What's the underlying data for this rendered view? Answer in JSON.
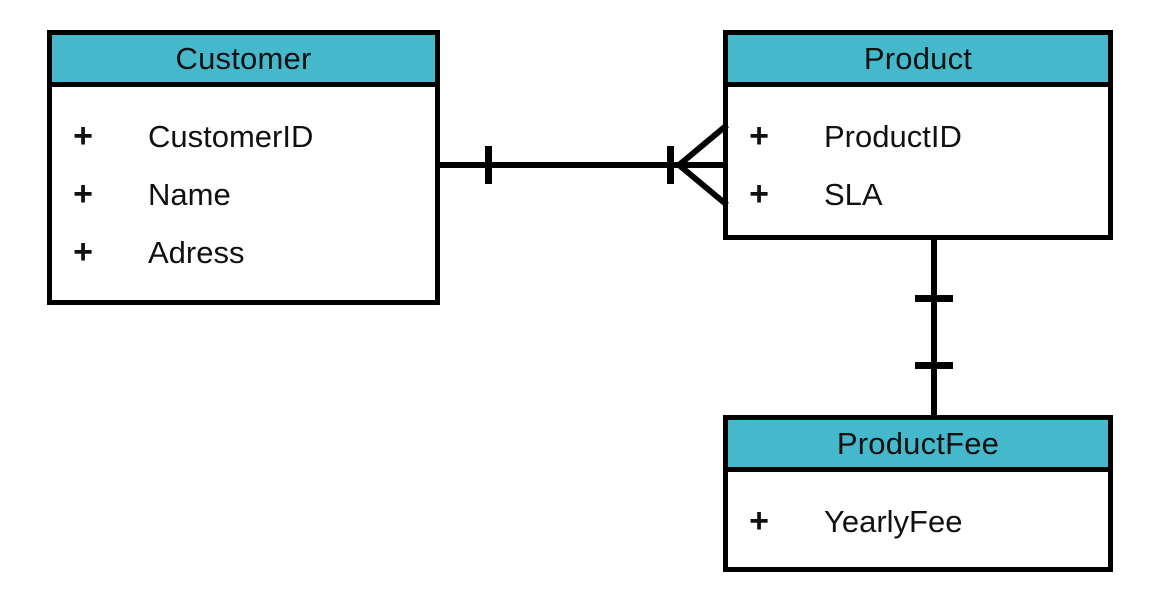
{
  "diagram": {
    "type": "entity-relationship-diagram",
    "notation": "crow's-foot",
    "background_color": "#ffffff",
    "header_color": "#45b8cb",
    "border_color": "#000000",
    "text_color": "#111111",
    "entities": [
      {
        "id": "customer",
        "title": "Customer",
        "attributes": [
          {
            "marker": "+",
            "name": "CustomerID"
          },
          {
            "marker": "+",
            "name": "Name"
          },
          {
            "marker": "+",
            "name": "Adress"
          }
        ]
      },
      {
        "id": "product",
        "title": "Product",
        "attributes": [
          {
            "marker": "+",
            "name": "ProductID"
          },
          {
            "marker": "+",
            "name": "SLA"
          }
        ]
      },
      {
        "id": "productfee",
        "title": "ProductFee",
        "attributes": [
          {
            "marker": "+",
            "name": "YearlyFee"
          }
        ]
      }
    ],
    "relationships": [
      {
        "id": "customer-product",
        "from": "customer",
        "to": "product",
        "orientation": "horizontal",
        "from_cardinality": "one",
        "to_cardinality": "many",
        "from_symbol": "single-tick",
        "to_symbol": "crowsfoot-with-tick",
        "label": ""
      },
      {
        "id": "product-productfee",
        "from": "product",
        "to": "productfee",
        "orientation": "vertical",
        "from_cardinality": "one",
        "to_cardinality": "one",
        "from_symbol": "single-tick",
        "to_symbol": "single-tick",
        "label": ""
      }
    ]
  }
}
